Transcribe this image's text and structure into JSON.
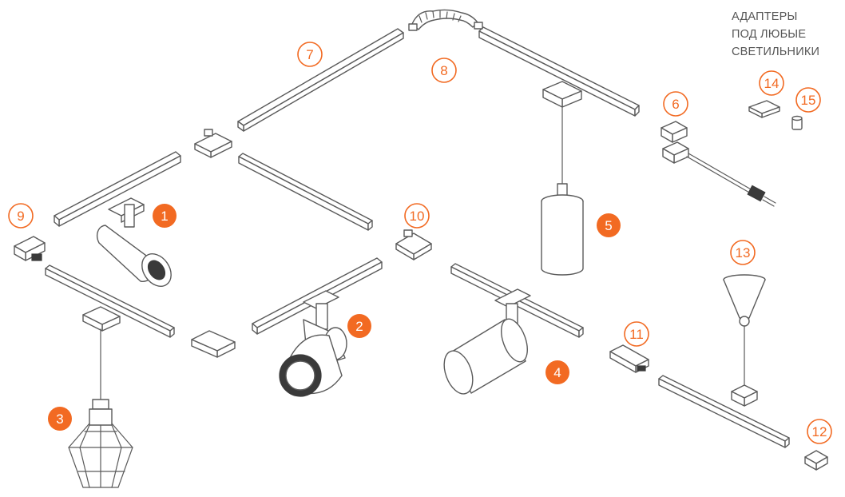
{
  "header": {
    "lines": [
      "АДАПТЕРЫ",
      "ПОД ЛЮБЫЕ",
      "СВЕТИЛЬНИКИ"
    ]
  },
  "markers": [
    {
      "id": "1",
      "label": "1",
      "style": "filled"
    },
    {
      "id": "2",
      "label": "2",
      "style": "filled"
    },
    {
      "id": "3",
      "label": "3",
      "style": "filled"
    },
    {
      "id": "4",
      "label": "4",
      "style": "filled"
    },
    {
      "id": "5",
      "label": "5",
      "style": "filled"
    },
    {
      "id": "6",
      "label": "6",
      "style": "outline"
    },
    {
      "id": "7",
      "label": "7",
      "style": "outline"
    },
    {
      "id": "8",
      "label": "8",
      "style": "outline"
    },
    {
      "id": "9",
      "label": "9",
      "style": "outline"
    },
    {
      "id": "10",
      "label": "10",
      "style": "outline"
    },
    {
      "id": "11",
      "label": "11",
      "style": "outline"
    },
    {
      "id": "12",
      "label": "12",
      "style": "outline"
    },
    {
      "id": "13",
      "label": "13",
      "style": "outline"
    },
    {
      "id": "14",
      "label": "14",
      "style": "outline"
    },
    {
      "id": "15",
      "label": "15",
      "style": "outline"
    }
  ],
  "colors": {
    "accent": "#f26a22",
    "stroke": "#5a5a5a",
    "background": "#ffffff"
  }
}
